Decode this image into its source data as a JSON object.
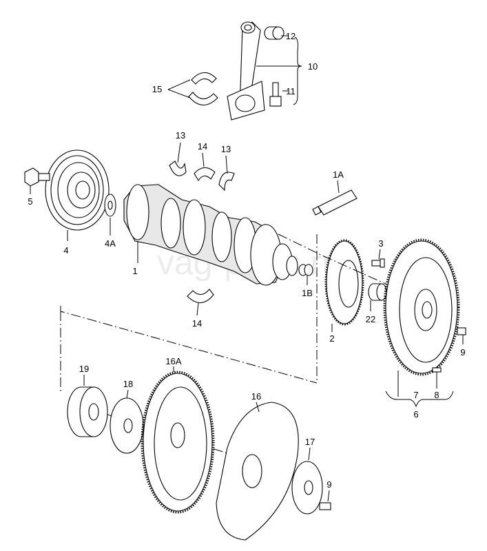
{
  "watermark": "vag-parts.ru",
  "callouts": [
    {
      "id": "c1",
      "text": "1"
    },
    {
      "id": "c1a",
      "text": "1A"
    },
    {
      "id": "c1b",
      "text": "1B"
    },
    {
      "id": "c2",
      "text": "2"
    },
    {
      "id": "c3",
      "text": "3"
    },
    {
      "id": "c4",
      "text": "4"
    },
    {
      "id": "c4a",
      "text": "4A"
    },
    {
      "id": "c5",
      "text": "5"
    },
    {
      "id": "c6",
      "text": "6"
    },
    {
      "id": "c7",
      "text": "7"
    },
    {
      "id": "c8",
      "text": "8"
    },
    {
      "id": "c9a",
      "text": "9"
    },
    {
      "id": "c9b",
      "text": "9"
    },
    {
      "id": "c10",
      "text": "10"
    },
    {
      "id": "c11",
      "text": "11"
    },
    {
      "id": "c12",
      "text": "12"
    },
    {
      "id": "c13a",
      "text": "13"
    },
    {
      "id": "c13b",
      "text": "13"
    },
    {
      "id": "c14a",
      "text": "14"
    },
    {
      "id": "c14b",
      "text": "14"
    },
    {
      "id": "c15",
      "text": "15"
    },
    {
      "id": "c16",
      "text": "16"
    },
    {
      "id": "c16a",
      "text": "16A"
    },
    {
      "id": "c17",
      "text": "17"
    },
    {
      "id": "c18",
      "text": "18"
    },
    {
      "id": "c19",
      "text": "19"
    },
    {
      "id": "c22",
      "text": "22"
    }
  ]
}
